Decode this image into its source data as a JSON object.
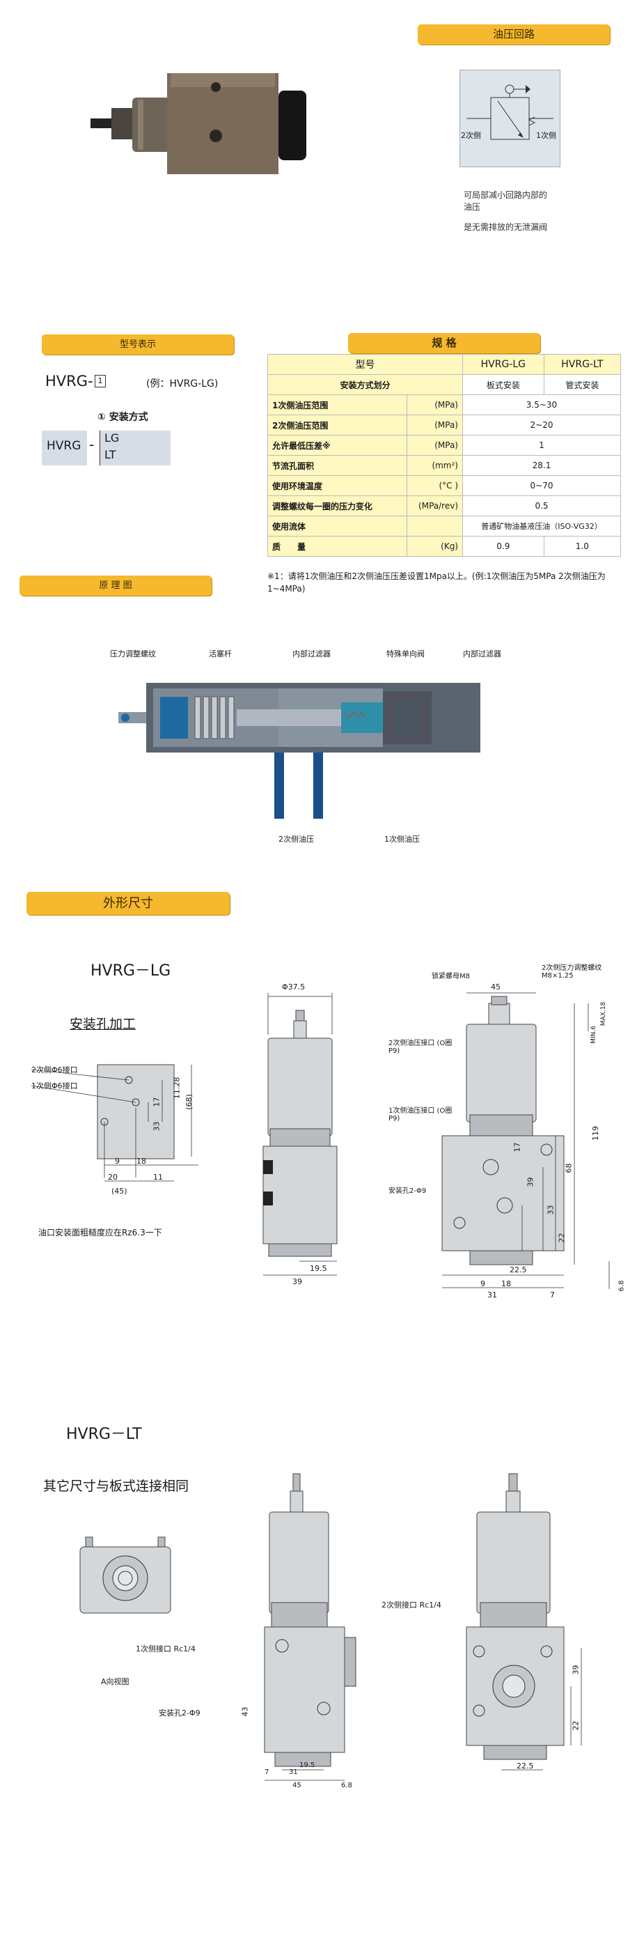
{
  "sections": {
    "circuit_title": "油压回路",
    "model_title": "型号表示",
    "spec_title": "规  格",
    "principle_title": "原 理 图",
    "outline_title": "外形尺寸"
  },
  "circuit": {
    "label_2nd": "2次侧",
    "label_1st": "1次侧",
    "desc1": "可局部减小回路内部的油压",
    "desc2": "是无需排放的无泄漏阀"
  },
  "model": {
    "code": "HVRG-",
    "code_box": "1",
    "example": "(例：HVRG-LG)",
    "install_title": "① 安装方式",
    "base": "HVRG",
    "dash": "-",
    "options": [
      "LG",
      "LT"
    ]
  },
  "spec": {
    "header": {
      "label": "型号",
      "lg": "HVRG-LG",
      "lt": "HVRG-LT"
    },
    "mount": {
      "label": "安装方式划分",
      "lg": "板式安装",
      "lt": "管式安装"
    },
    "rows": [
      {
        "label": "1次侧油压范围",
        "unit": "(MPa)",
        "value": "3.5~30"
      },
      {
        "label": "2次侧油压范围",
        "unit": "(MPa)",
        "value": "2~20"
      },
      {
        "label": "允许最低压差※",
        "unit": "(MPa)",
        "value": "1"
      },
      {
        "label": "节流孔面积",
        "unit": "(mm²)",
        "value": "28.1"
      },
      {
        "label": "使用环境温度",
        "unit": "(°C )",
        "value": "0~70"
      },
      {
        "label": "调整螺纹每一圈的压力变化",
        "unit": "(MPa/rev)",
        "value": "0.5"
      },
      {
        "label": "使用流体",
        "unit": "",
        "value": "普通矿物油基液压油（ISO-VG32）"
      }
    ],
    "mass": {
      "label": "质　　量",
      "unit": "(Kg)",
      "lg": "0.9",
      "lt": "1.0"
    },
    "note": "※1：请将1次侧油压和2次侧油压压差设置1Mpa以上。(例:1次侧油压为5MPa 2次侧油压为1~4MPa)"
  },
  "principle": {
    "labels": [
      "压力调整螺纹",
      "活塞杆",
      "内部过滤器",
      "特殊单向阀",
      "内部过滤器"
    ],
    "port2": "2次侧油压",
    "port1": "1次侧油压"
  },
  "outline_lg": {
    "title": "HVRG－LG",
    "mount_title": "安装孔加工",
    "port2": "2次侧Φ6接口",
    "port1": "1次侧Φ6接口",
    "dims_left": [
      "9",
      "20",
      "18",
      "11",
      "(45)",
      "17",
      "33",
      "11.28",
      "(68)"
    ],
    "roughness": "油口安装面粗糙度应在Rz6.3一下",
    "front_dims": [
      "Φ37.5",
      "39",
      "19.5"
    ],
    "side_labels": [
      "锁紧螺母M8",
      "2次侧压力调整螺纹 M8×1.25",
      "2次侧油压接口 (O圈P9)",
      "1次侧油压接口 (O圈P9)",
      "安装孔2-Φ9"
    ],
    "side_dims": [
      "45",
      "MAX.18",
      "MIN.6",
      "119",
      "17",
      "39",
      "68",
      "33",
      "22",
      "22.5",
      "9",
      "18",
      "31",
      "7",
      "6.8"
    ]
  },
  "outline_lt": {
    "title": "HVRG－LT",
    "note": "其它尺寸与板式连接相同",
    "port1": "1次侧接口 Rc1/4",
    "view": "A向视图",
    "mount": "安装孔2-Φ9",
    "front_dims": [
      "43",
      "7",
      "19.5",
      "31",
      "45",
      "6.8"
    ],
    "port2": "2次侧接口 Rc1/4",
    "side_dims": [
      "39",
      "22",
      "22.5"
    ]
  },
  "colors": {
    "banner": "#f5b82e",
    "table_bg": "#fff8c0"
  }
}
